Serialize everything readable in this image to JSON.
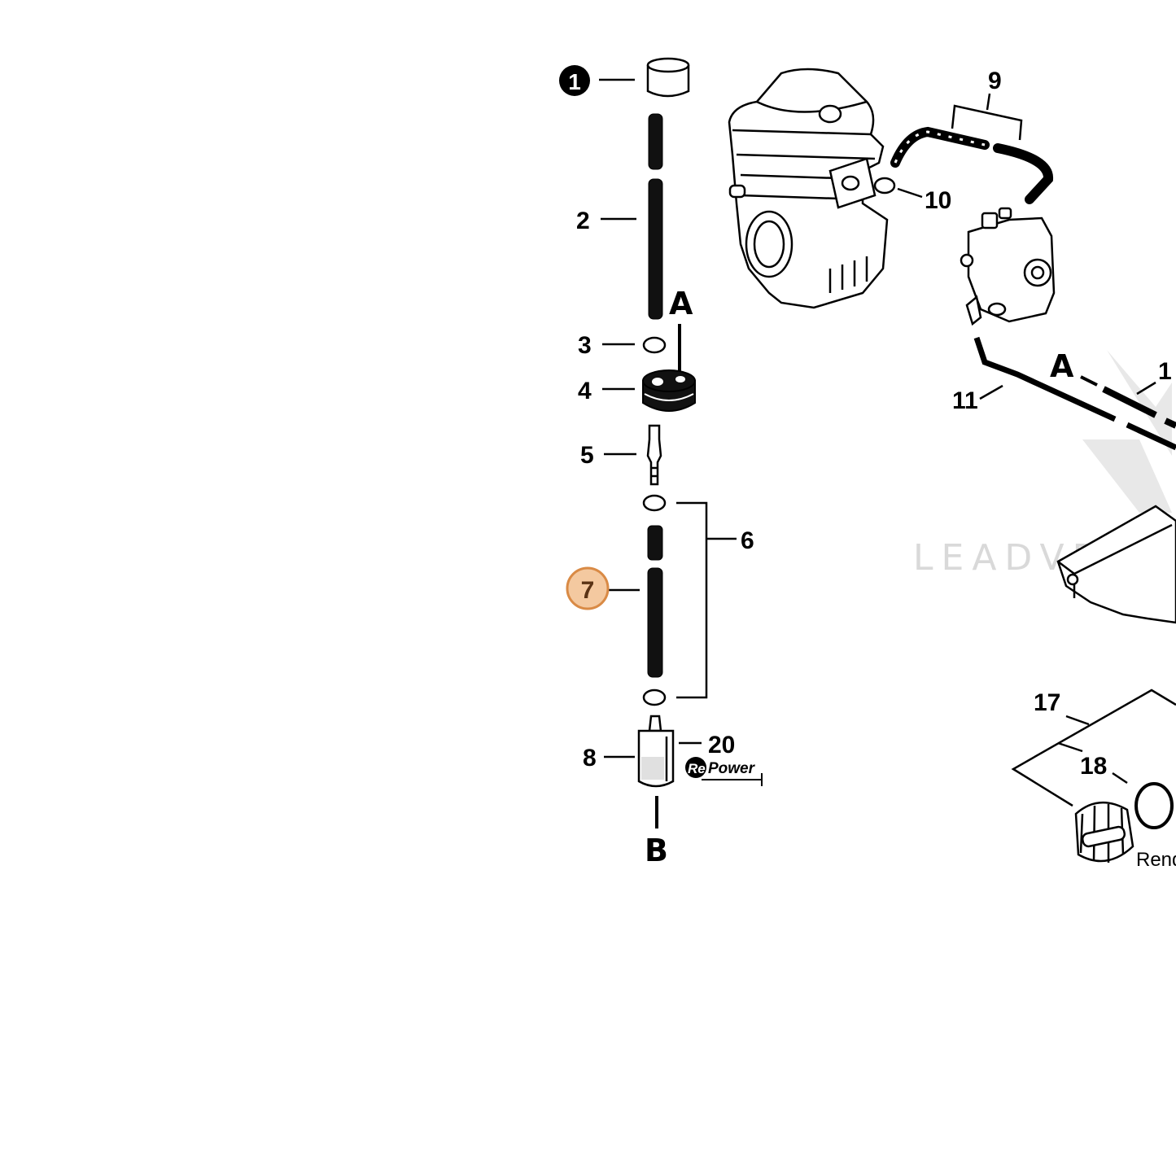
{
  "labels": {
    "p1": "1",
    "p2": "2",
    "p3": "3",
    "p4": "4",
    "p5": "5",
    "p6": "6",
    "p7": "7",
    "p8": "8",
    "p9": "9",
    "p10": "10",
    "p11": "11",
    "p12": "1",
    "p17": "17",
    "p18": "18",
    "p20": "20",
    "ref_a_left": "A",
    "ref_a_right": "A",
    "ref_b": "B"
  },
  "brand_badge": {
    "re": "Re",
    "power": "Power"
  },
  "watermark": "LEADVEN",
  "cropped_text": "Rend",
  "colors": {
    "highlight_fill": "#f4c9a0",
    "highlight_stroke": "#d98a45",
    "ink": "#000000",
    "watermark": "#d9d9d9"
  }
}
